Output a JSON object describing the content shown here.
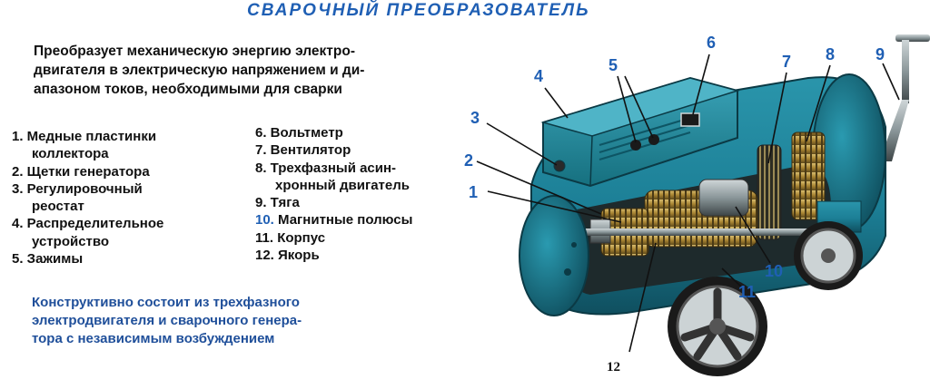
{
  "title": "СВАРОЧНЫЙ ПРЕОБРАЗОВАТЕЛЬ",
  "intro": [
    "Преобразует механическую энергию электро-",
    "двигателя в электрическую напряжением и ди-",
    "апазоном токов, необходимыми  для сварки"
  ],
  "legend_left": [
    {
      "num": "1.",
      "text": " Медные пластинки"
    },
    {
      "num": "",
      "text": "коллектора"
    },
    {
      "num": "2.",
      "text": " Щетки генератора"
    },
    {
      "num": "3.",
      "text": " Регулировочный"
    },
    {
      "num": "",
      "text": "реостат"
    },
    {
      "num": "4.",
      "text": " Распределительное"
    },
    {
      "num": "",
      "text": "устройство"
    },
    {
      "num": "5.",
      "text": " Зажимы"
    }
  ],
  "legend_right": [
    {
      "num": "6.",
      "text": " Вольтметр"
    },
    {
      "num": "7.",
      "text": " Вентилятор"
    },
    {
      "num": "8.",
      "text": " Трехфазный асин-"
    },
    {
      "num": "",
      "text": "хронный двигатель"
    },
    {
      "num": "9.",
      "text": " Тяга"
    },
    {
      "num": "10.",
      "text": " Магнитные полюсы"
    },
    {
      "num": "11.",
      "text": " Корпус"
    },
    {
      "num": "12.",
      "text": " Якорь"
    }
  ],
  "footer": [
    "Конструктивно состоит из трехфазного",
    "электродвигателя и сварочного генера-",
    "тора с независимым возбуждением"
  ],
  "callouts": {
    "c1": "1",
    "c2": "2",
    "c3": "3",
    "c4": "4",
    "c5": "5",
    "c6": "6",
    "c7": "7",
    "c8": "8",
    "c9": "9",
    "c10": "10",
    "c11": "11",
    "c12": "12"
  },
  "colors": {
    "title": "#1f5fb4",
    "body_teal": "#1c7f96",
    "body_dark": "#0f4f5f",
    "callout": "#1f5fb4",
    "copper": "#b8923a"
  }
}
